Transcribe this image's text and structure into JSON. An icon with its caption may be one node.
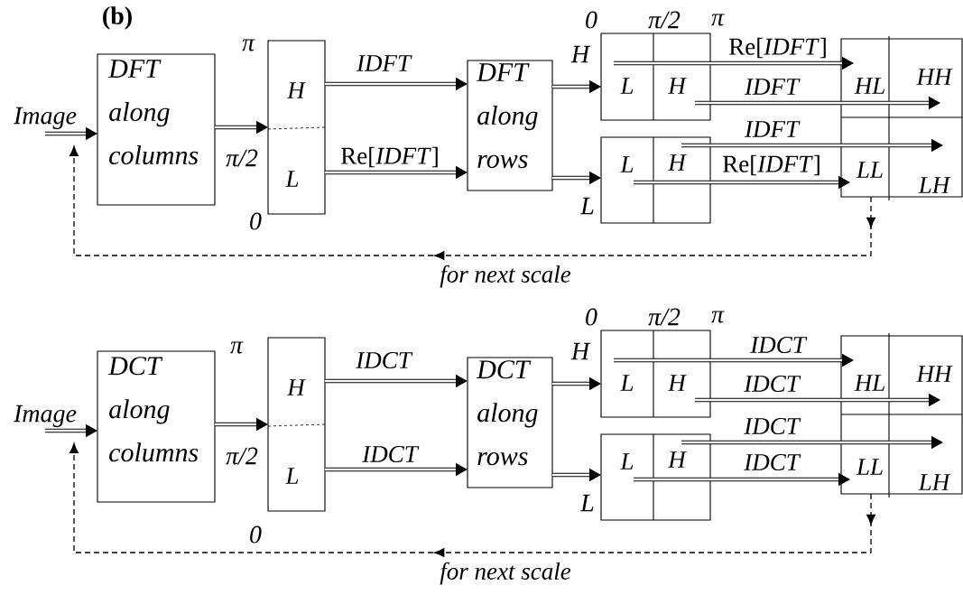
{
  "diagram": {
    "title": "(b)",
    "nodes": [
      {
        "text": [
          "Image"
        ]
      },
      {
        "text": [
          "DFT along columns"
        ]
      },
      {
        "text": [
          "H",
          "L"
        ],
        "beside": [
          "π",
          "π/2",
          "0"
        ]
      },
      {
        "text": [
          "DFT along rows"
        ]
      },
      {
        "text": [
          "L",
          "H"
        ],
        "beside": [
          "0",
          "π/2",
          "π",
          "H"
        ]
      },
      {
        "text": [
          "L",
          "H"
        ],
        "beside": [
          "L"
        ]
      },
      {
        "text": [
          "HL",
          "HH",
          "LL",
          "LH"
        ]
      },
      {
        "text": [
          "Image"
        ]
      },
      {
        "text": [
          "DCT along columns"
        ]
      },
      {
        "text": [
          "H",
          "L"
        ],
        "beside": [
          "π",
          "π/2",
          "0"
        ]
      },
      {
        "text": [
          "DCT along rows"
        ]
      },
      {
        "text": [
          "L",
          "H"
        ],
        "beside": [
          "0",
          "π/2",
          "π",
          "H"
        ]
      },
      {
        "text": [
          "L",
          "H"
        ],
        "beside": [
          "L"
        ]
      },
      {
        "text": [
          "HL",
          "HH",
          "LL",
          "LH"
        ]
      }
    ],
    "edges": [
      {
        "from": 0,
        "to": 1,
        "arrow": "to"
      },
      {
        "from": 1,
        "to": 2,
        "arrow": "to"
      },
      {
        "from": 2,
        "to": 3,
        "arrow": "to",
        "label": "IDFT"
      },
      {
        "from": 2,
        "to": 3,
        "arrow": "to",
        "label": "Re[*IDFT*]"
      },
      {
        "from": 3,
        "to": 4,
        "arrow": "to"
      },
      {
        "from": 3,
        "to": 5,
        "arrow": "to"
      },
      {
        "from": 4,
        "to": 6,
        "arrow": "to",
        "label": "Re[*IDFT*]"
      },
      {
        "from": 4,
        "to": 6,
        "arrow": "to",
        "label": "IDFT"
      },
      {
        "from": 5,
        "to": 6,
        "arrow": "to",
        "label": "IDFT"
      },
      {
        "from": 5,
        "to": 6,
        "arrow": "to",
        "label": "Re[*IDFT*]"
      },
      {
        "from": 6,
        "to": 0,
        "arrow": "to",
        "label": "for next scale",
        "style": "dashed"
      },
      {
        "from": 7,
        "to": 8,
        "arrow": "to"
      },
      {
        "from": 8,
        "to": 9,
        "arrow": "to"
      },
      {
        "from": 9,
        "to": 10,
        "arrow": "to",
        "label": "IDCT"
      },
      {
        "from": 9,
        "to": 10,
        "arrow": "to",
        "label": "IDCT"
      },
      {
        "from": 10,
        "to": 11,
        "arrow": "to"
      },
      {
        "from": 10,
        "to": 12,
        "arrow": "to"
      },
      {
        "from": 11,
        "to": 13,
        "arrow": "to",
        "label": "IDCT"
      },
      {
        "from": 11,
        "to": 13,
        "arrow": "to",
        "label": "IDCT"
      },
      {
        "from": 12,
        "to": 13,
        "arrow": "to",
        "label": "IDCT"
      },
      {
        "from": 12,
        "to": 13,
        "arrow": "to",
        "label": "IDCT"
      },
      {
        "from": 13,
        "to": 7,
        "arrow": "to",
        "label": "for next scale",
        "style": "dashed"
      }
    ]
  }
}
